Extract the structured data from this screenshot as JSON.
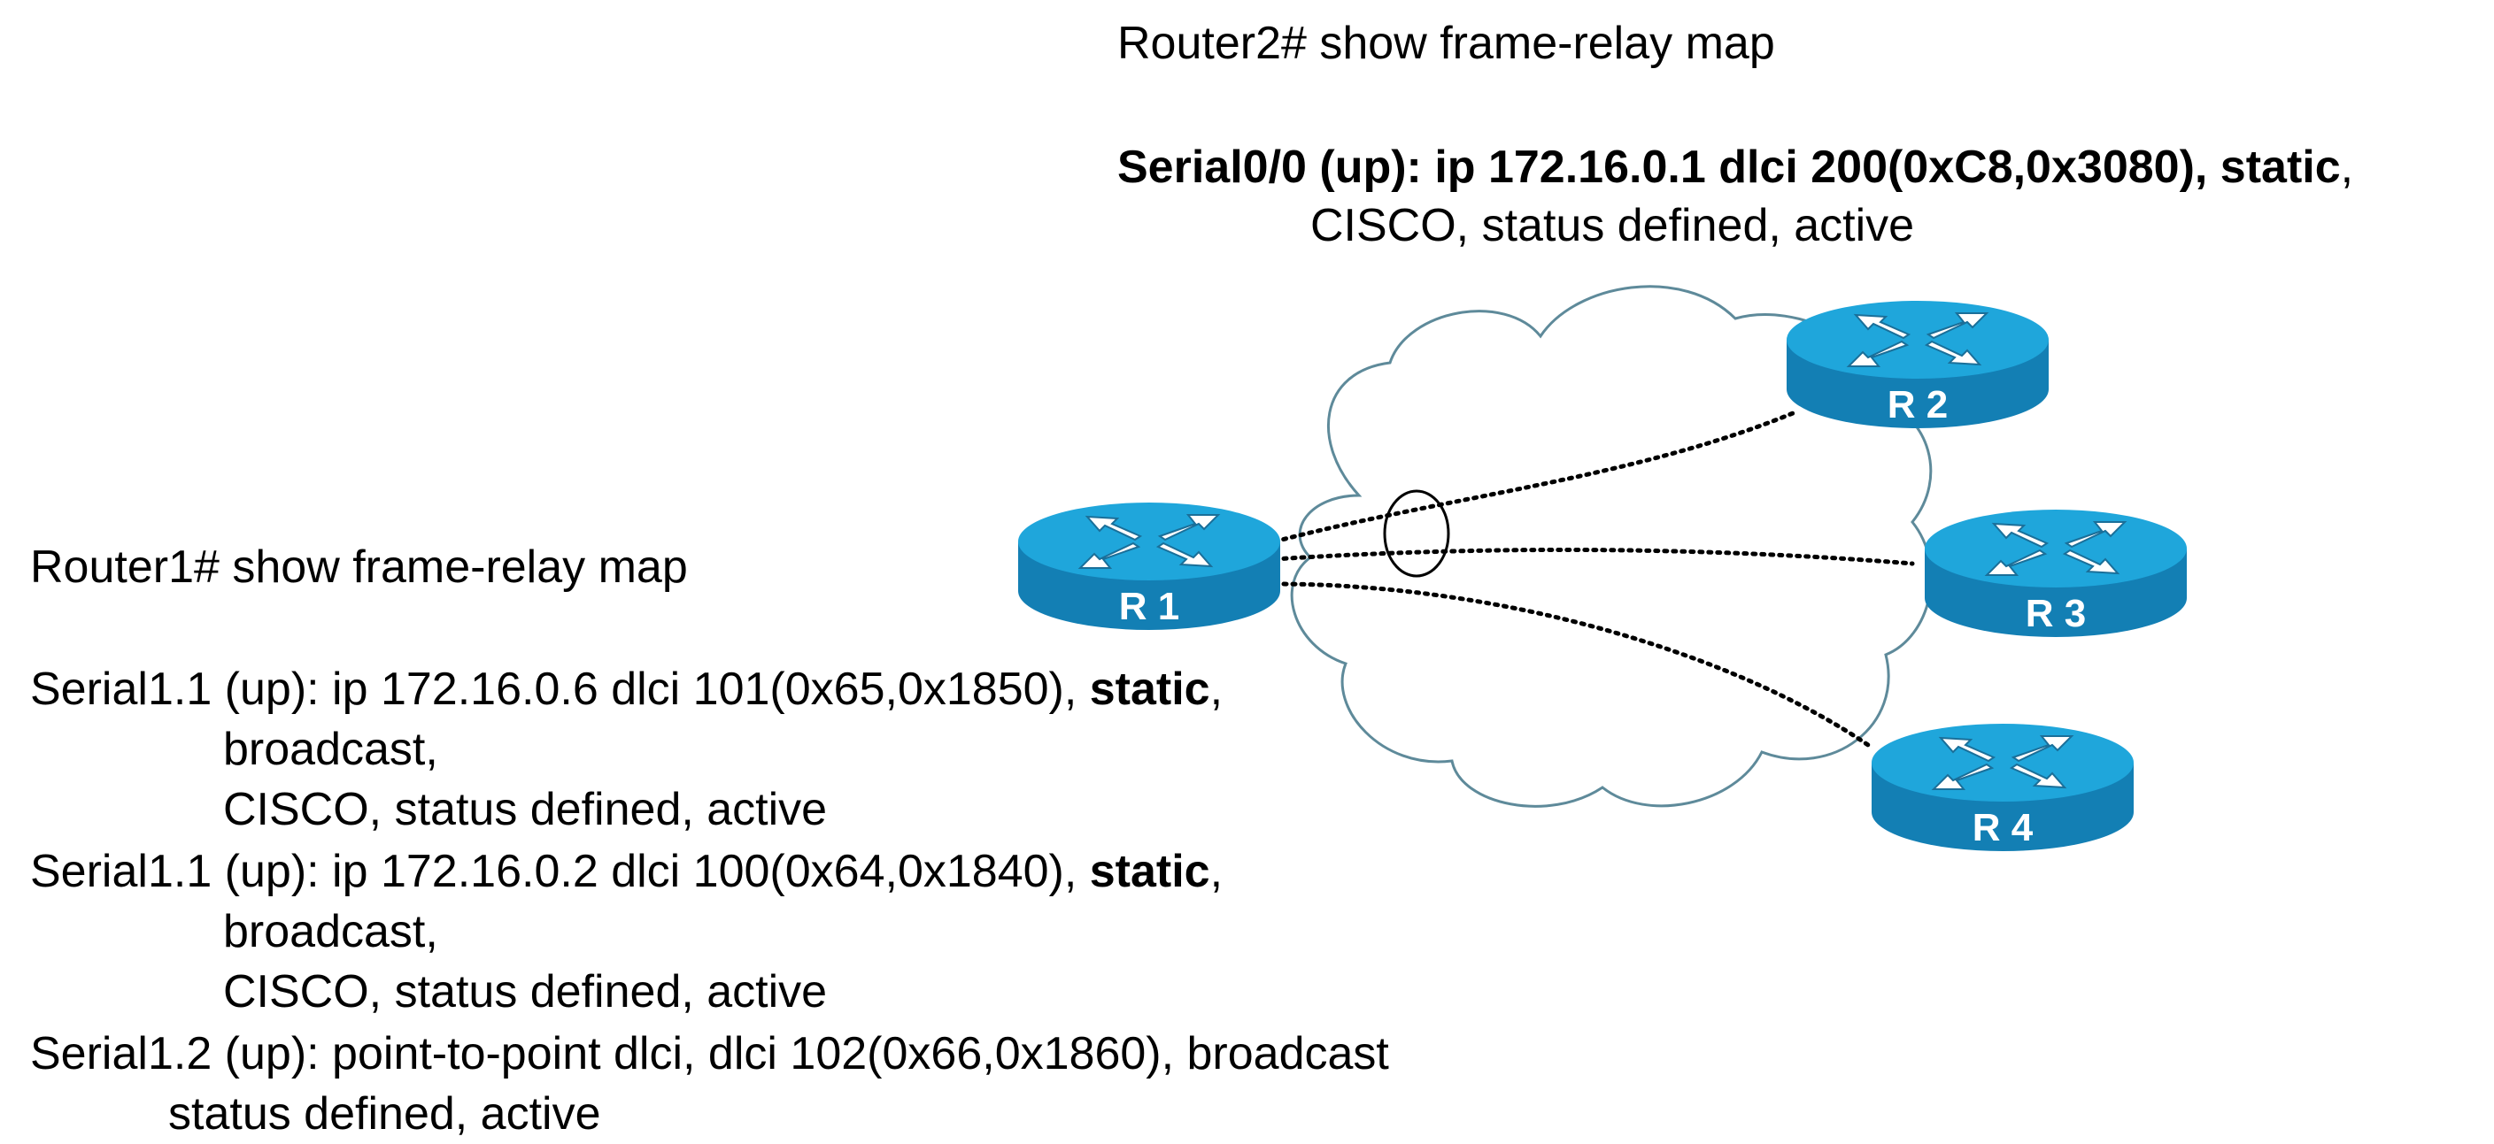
{
  "router2_block": {
    "command": "Router2# show frame-relay map",
    "entry": {
      "bold_part": "Serial0/0 (up): ip 172.16.0.1 dlci 200(0xC8,0x3080), static",
      "trailing": ",",
      "line2": "CISCO, status defined, active"
    }
  },
  "router1_block": {
    "command": "Router1# show frame-relay map",
    "entries": [
      {
        "prefix": "Serial1.1 (up): ip 172.16.0.6 dlci 101(0x65,0x1850), ",
        "bold": "static",
        "suffix": ",",
        "line2": "broadcast,",
        "line3": "CISCO, status defined, active"
      },
      {
        "prefix": "Serial1.1 (up): ip 172.16.0.2 dlci 100(0x64,0x1840), ",
        "bold": "static",
        "suffix": ",",
        "line2": "broadcast,",
        "line3": "CISCO, status defined, active"
      },
      {
        "line1": "Serial1.2 (up): point-to-point dlci, dlci 102(0x66,0x1860), broadcast",
        "line2": "status defined, active"
      }
    ]
  },
  "routers": [
    {
      "label": "R 1",
      "icon": "router-icon"
    },
    {
      "label": "R 2",
      "icon": "router-icon"
    },
    {
      "label": "R 3",
      "icon": "router-icon"
    },
    {
      "label": "R 4",
      "icon": "router-icon"
    }
  ],
  "colors": {
    "router_top": "#1fa6db",
    "router_side": "#137fb4",
    "cloud_stroke": "#5e8a9a",
    "link": "#000000"
  }
}
